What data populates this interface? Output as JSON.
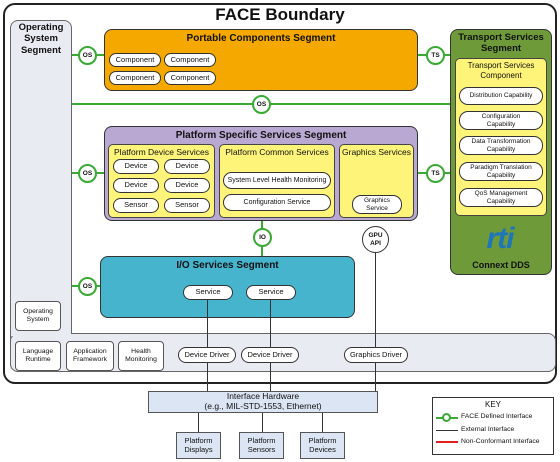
{
  "title": "FACE Boundary",
  "os_segment": {
    "title_line1": "Operating",
    "title_line2": "System",
    "title_line3": "Segment",
    "items": [
      "Operating\nSystem",
      "Language\nRuntime",
      "Application\nFramework",
      "Health\nMonitoring"
    ]
  },
  "portable": {
    "title": "Portable Components Segment",
    "components": [
      "Component",
      "Component",
      "Component",
      "Component"
    ]
  },
  "transport": {
    "title_line1": "Transport Services",
    "title_line2": "Segment",
    "inner_title_line1": "Transport Services",
    "inner_title_line2": "Component",
    "capabilities": [
      "Distribution Capability",
      "Configuration\nCapability",
      "Data Transformation\nCapability",
      "Paradigm Translation\nCapability",
      "QoS Management\nCapability"
    ],
    "logo_text": "rti",
    "brand": "Connext DDS"
  },
  "pss": {
    "title": "Platform Specific Services Segment",
    "device_services": {
      "title": "Platform Device Services",
      "items": [
        "Device",
        "Device",
        "Device",
        "Device",
        "Sensor",
        "Sensor"
      ]
    },
    "common_services": {
      "title": "Platform Common Services",
      "items": [
        "System Level Health Monitoring",
        "Configuration Service"
      ]
    },
    "graphics_services": {
      "title": "Graphics Services",
      "item": "Graphics\nService"
    }
  },
  "io": {
    "title": "I/O Services Segment",
    "items": [
      "Service",
      "Service"
    ]
  },
  "interfaces": {
    "os": "OS",
    "ts": "TS",
    "io": "IO",
    "gpu_line1": "GPU",
    "gpu_line2": "API"
  },
  "drivers": [
    "Device Driver",
    "Device Driver",
    "Graphics Driver"
  ],
  "hardware": {
    "line1": "Interface Hardware",
    "line2": "(e.g., MIL-STD-1553, Ethernet)"
  },
  "platform_items": [
    "Platform\nDisplays",
    "Platform\nSensors",
    "Platform\nDevices"
  ],
  "key": {
    "title": "KEY",
    "items": [
      "FACE Defined Interface",
      "External Interface",
      "Non-Conformant Interface"
    ]
  },
  "colors": {
    "portable": "#f5a800",
    "transport": "#6f9a3a",
    "pss": "#b9a9d2",
    "subsegment": "#fff47a",
    "io": "#47b4cd",
    "interface_green": "#3aaa35",
    "rti_blue": "#1d75bc",
    "non_conformant": "#e02020"
  }
}
